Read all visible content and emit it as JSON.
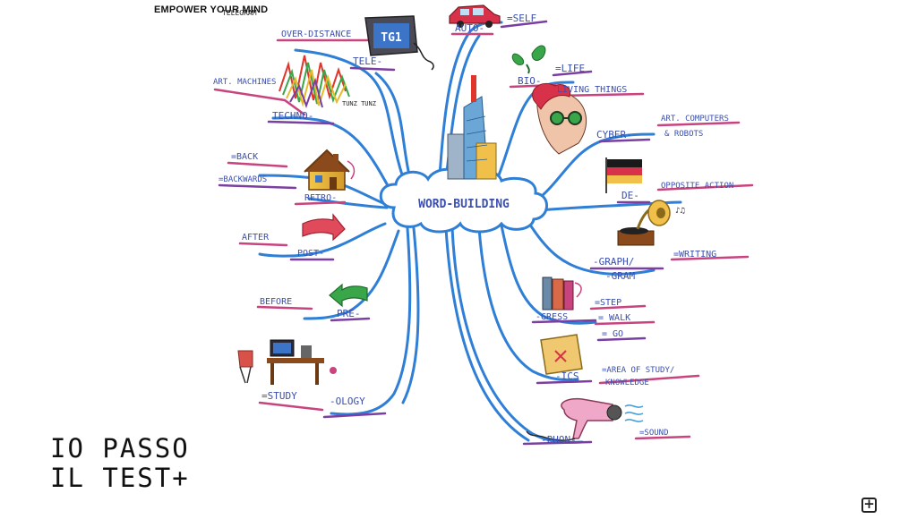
{
  "header": {
    "tagline": "EMPOWER YOUR MIND"
  },
  "logo": {
    "line1": "IO PASSO",
    "line2": "IL TEST+"
  },
  "mindmap": {
    "center": "WORD-BUILDING",
    "left": {
      "tele": {
        "prefix": "TELE-",
        "meaning": "OVER-DISTANCE",
        "example": "TELEGRAM",
        "icon_text": "TG1"
      },
      "techno": {
        "prefix": "TECHNO-",
        "meaning": "ART. MACHINES",
        "doodle": "TUNZ TUNZ"
      },
      "retro": {
        "prefix": "RETRO-",
        "meaning1": "=BACK",
        "meaning2": "=BACKWARDS"
      },
      "post": {
        "prefix": "POST-",
        "meaning": "AFTER"
      },
      "pre": {
        "prefix": "PRE-",
        "meaning": "BEFORE"
      },
      "ology": {
        "prefix": "-OLOGY",
        "meaning": "=STUDY"
      }
    },
    "right": {
      "auto": {
        "prefix": "AUTO-",
        "meaning": "=SELF"
      },
      "bio": {
        "prefix": "BIO-",
        "meaning1": "=LIFE",
        "meaning2": "LIVING THINGS"
      },
      "cyber": {
        "prefix": "CYBER-",
        "meaning1": "ART. COMPUTERS",
        "meaning2": "& ROBOTS"
      },
      "de": {
        "prefix": "DE-",
        "meaning": "OPPOSITE ACTION"
      },
      "graph": {
        "prefix1": "-GRAPH/",
        "prefix2": "-GRAM",
        "meaning": "=WRITING"
      },
      "gress": {
        "prefix": "-GRESS",
        "meaning1": "=STEP",
        "meaning2": "= WALK",
        "meaning3": "= GO"
      },
      "ics": {
        "prefix": "-ICS",
        "meaning1": "=AREA OF STUDY/",
        "meaning2": "KNOWLEDGE"
      },
      "phon": {
        "prefix": "-PHON-",
        "meaning": "=SOUND"
      }
    }
  },
  "colors": {
    "branch": "#2f7fd6",
    "underline_pink": "#c7447f",
    "underline_purple": "#7a3fa0",
    "text": "#3a4fb0",
    "cloud_outline": "#2f7fd6"
  }
}
